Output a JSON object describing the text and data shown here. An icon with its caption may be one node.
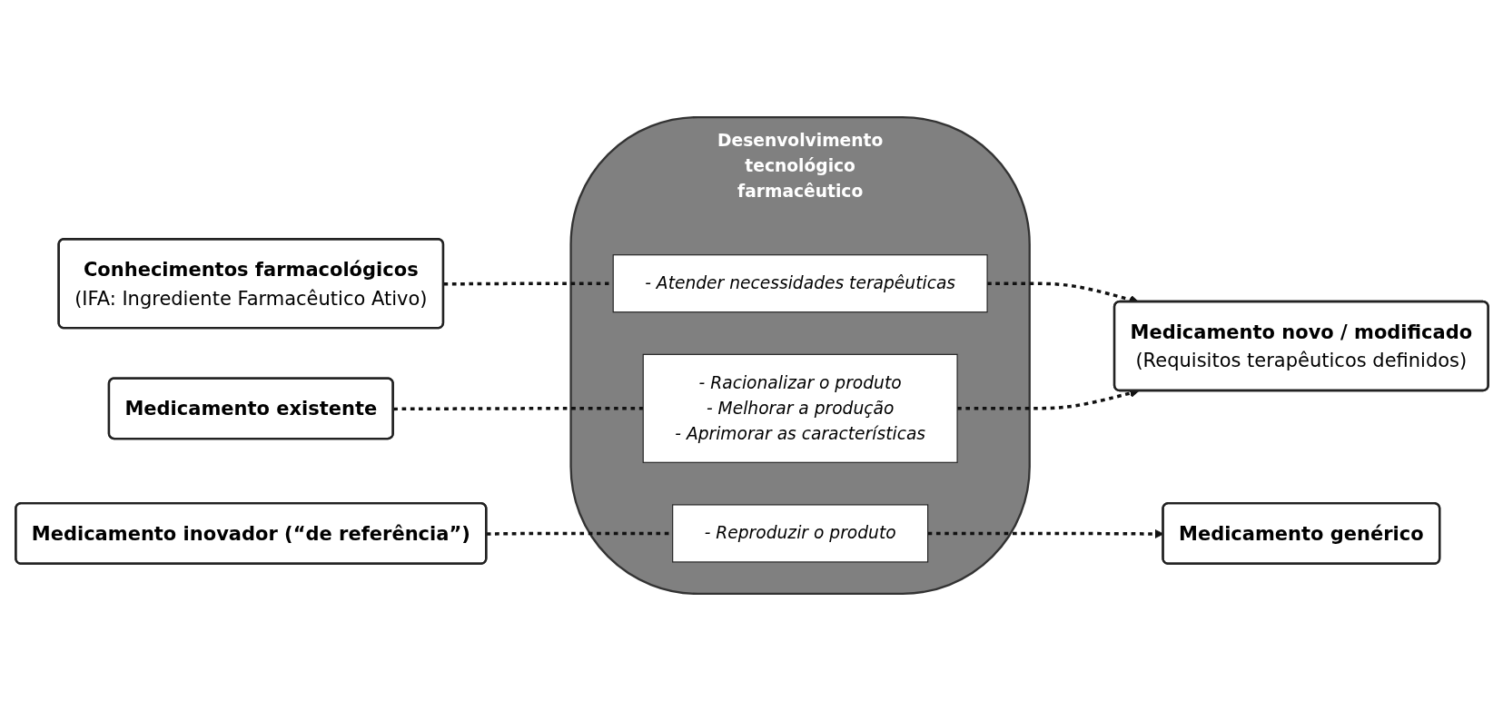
{
  "diagram": {
    "nodes": [
      {
        "text": [
          "Conhecimentos farmacológicos",
          "(IFA: Ingrediente Farmacêutico Ativo)"
        ]
      },
      {
        "text": [
          "Desenvolvimento",
          "tecnológico",
          "farmacêutico"
        ]
      },
      {
        "text": [
          "- Atender necessidades terapêuticas"
        ],
        "in": 1
      },
      {
        "text": [
          "- Racionalizar o produto",
          "- Melhorar a produção",
          "- Aprimorar as características"
        ],
        "in": 1
      },
      {
        "text": [
          "- Reproduzir o produto"
        ],
        "in": 1
      },
      {
        "text": [
          "Medicamento existente"
        ]
      },
      {
        "text": [
          "Medicamento inovador (“de referência”)"
        ]
      },
      {
        "text": [
          "Medicamento novo / modificado",
          "(Requisitos terapêuticos definidos)"
        ]
      },
      {
        "text": [
          "Medicamento genérico"
        ]
      }
    ],
    "edges": [
      {
        "from": 0,
        "to": 2,
        "arrow": "none",
        "style": "dashed"
      },
      {
        "from": 2,
        "to": 7,
        "arrow": "to",
        "style": "dashed"
      },
      {
        "from": 5,
        "to": 3,
        "arrow": "none",
        "style": "dashed"
      },
      {
        "from": 3,
        "to": 7,
        "arrow": "to",
        "style": "dashed"
      },
      {
        "from": 6,
        "to": 4,
        "arrow": "none",
        "style": "dashed"
      },
      {
        "from": 4,
        "to": 8,
        "arrow": "to",
        "style": "dashed"
      }
    ]
  }
}
